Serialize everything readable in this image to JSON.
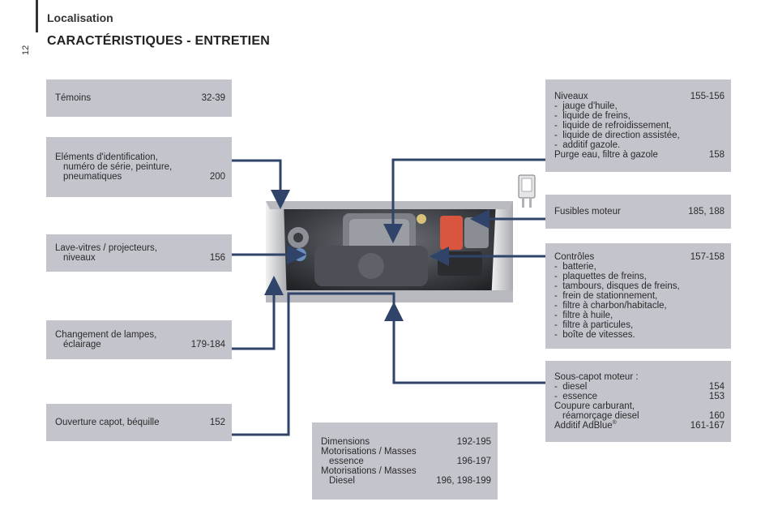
{
  "header": {
    "section": "Localisation",
    "title": "CARACTÉRISTIQUES - ENTRETIEN",
    "page_number": "12"
  },
  "boxes": {
    "temoins": {
      "label": "Témoins",
      "pages": "32-39"
    },
    "elements": {
      "line1": "Eléments d'identification,",
      "line2": "numéro de série, peinture,",
      "line3": "pneumatiques",
      "pages": "200"
    },
    "lave": {
      "line1": "Lave-vitres / projecteurs,",
      "line2": "niveaux",
      "pages": "156"
    },
    "lampes": {
      "line1": "Changement de lampes,",
      "line2": "éclairage",
      "pages": "179-184"
    },
    "capot": {
      "label": "Ouverture capot, béquille",
      "pages": "152"
    },
    "dims": {
      "line1": "Dimensions",
      "pages1": "192-195",
      "line2": "Motorisations / Masses",
      "line3": "essence",
      "pages3": "196-197",
      "line4": "Motorisations / Masses",
      "line5": "Diesel",
      "pages5": "196, 198-199"
    },
    "niveaux": {
      "title": "Niveaux",
      "pages": "155-156",
      "items": [
        "-  jauge d'huile,",
        "-  liquide de freins,",
        "-  liquide de refroidissement,",
        "-  liquide de direction assistée,",
        "-  additif gazole."
      ],
      "purge": "Purge eau, filtre à gazole",
      "purge_pages": "158"
    },
    "fusibles": {
      "label": "Fusibles moteur",
      "pages": "185, 188"
    },
    "controles": {
      "title": "Contrôles",
      "pages": "157-158",
      "items": [
        "-  batterie,",
        "-  plaquettes de freins,",
        "-  tambours, disques de freins,",
        "-  frein de stationnement,",
        "-  filtre à charbon/habitacle,",
        "-  filtre à huile,",
        "-  filtre à particules,",
        "-  boîte de vitesses."
      ]
    },
    "souscapot": {
      "title": "Sous-capot moteur :",
      "diesel": "-  diesel",
      "diesel_pages": "154",
      "essence": "-  essence",
      "essence_pages": "153",
      "coupure1": "Coupure carburant,",
      "coupure2": "réamorçage diesel",
      "coupure_pages": "160",
      "adblue": "Additif AdBlue",
      "adblue_mark": "®",
      "adblue_pages": "161-167"
    }
  },
  "illustration": {
    "engine_icon": "engine-bay-illustration",
    "fuse_icon": "fuse-icon"
  },
  "colors": {
    "box_bg": "#c3c4cc",
    "connector": "#2f4468"
  }
}
